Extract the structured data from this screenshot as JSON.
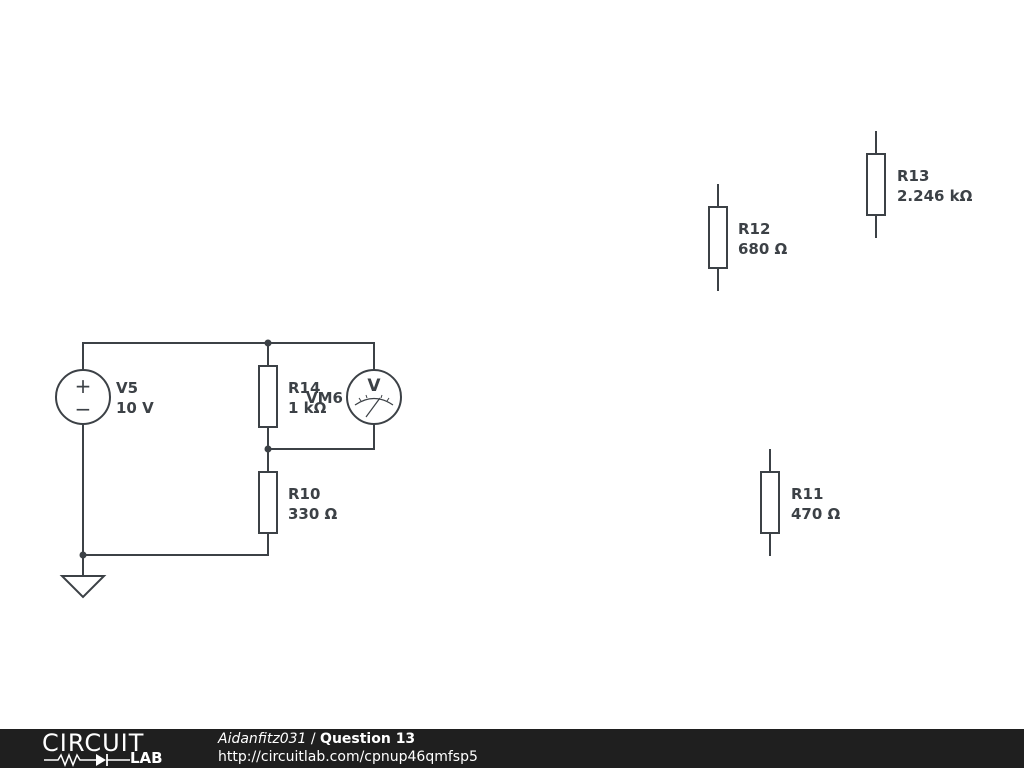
{
  "components": {
    "V5": {
      "name": "V5",
      "value": "10 V"
    },
    "R14": {
      "name": "R14",
      "value": "1 kΩ"
    },
    "VM6": {
      "name": "VM6",
      "glyph": "V"
    },
    "R10": {
      "name": "R10",
      "value": "330 Ω"
    },
    "R12": {
      "name": "R12",
      "value": "680 Ω"
    },
    "R13": {
      "name": "R13",
      "value": "2.246 kΩ"
    },
    "R11": {
      "name": "R11",
      "value": "470 Ω"
    }
  },
  "source_glyphs": {
    "plus": "+",
    "minus": "−"
  },
  "footer": {
    "logo_top": "CIRCUIT",
    "logo_bottom": "LAB",
    "author": "Aidanfitz031",
    "separator": " / ",
    "circuit_name": "Question 13",
    "url": "http://circuitlab.com/cpnup46qmfsp5"
  },
  "colors": {
    "ink": "#3c4146",
    "footer_background": "#1f1f1f",
    "canvas_background": "#ffffff"
  }
}
